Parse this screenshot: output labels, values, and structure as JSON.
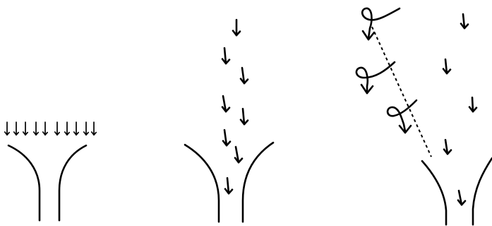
{
  "panels": [
    {
      "id": "panel-1"
    },
    {
      "id": "panel-2"
    },
    {
      "id": "panel-3"
    }
  ],
  "colors": {
    "ink": "#000000",
    "background": "#ffffff"
  }
}
